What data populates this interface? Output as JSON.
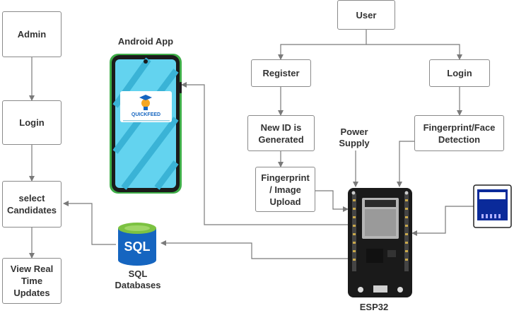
{
  "boxes": {
    "admin": "Admin",
    "admin_login": "Login",
    "select_candidates": "select\nCandidates",
    "view_updates": "View Real\nTime\nUpdates",
    "user": "User",
    "register": "Register",
    "user_login": "Login",
    "new_id": "New ID is\nGenerated",
    "upload": "Fingerprint\n/ Image\nUpload",
    "detection": "Fingerprint/Face\nDetection"
  },
  "labels": {
    "android_app": "Android App",
    "power_supply": "Power\nSupply",
    "sql_databases": "SQL\nDatabases",
    "esp32": "ESP32",
    "sql_icon_text": "SQL",
    "app_logo_text": "QUICKFEED"
  },
  "colors": {
    "connector": "#7a7a7a",
    "phone_frame": "#1b1b1b",
    "phone_accent": "#3fae49",
    "phone_screen": "#63d3ef",
    "sql_blue": "#1565c0",
    "sql_top": "#7cc242",
    "board": "#1a1a1a"
  },
  "icons": [
    "android-phone-icon",
    "sql-database-icon",
    "esp32-board-icon",
    "fingerprint-sensor-icon",
    "graduation-bulb-icon"
  ]
}
